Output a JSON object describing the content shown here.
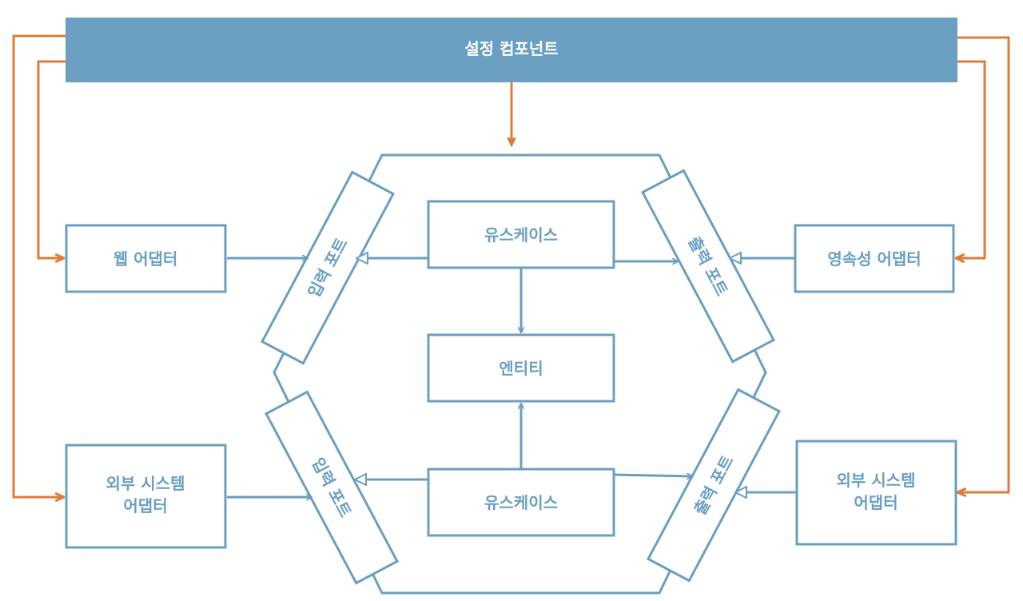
{
  "config": {
    "label": "설정 컴포넌트"
  },
  "adapters": {
    "web": "웹 어댑터",
    "external_left_line1": "외부 시스템",
    "external_left_line2": "어댑터",
    "persistence": "영속성 어댑터",
    "external_right_line1": "외부 시스템",
    "external_right_line2": "어댑터"
  },
  "ports": {
    "input_top": "입력 포트",
    "input_bottom": "입력 포트",
    "output_top": "출력 포트",
    "output_bottom": "출력 포트"
  },
  "core": {
    "usecase_top": "유스케이스",
    "entity": "엔티티",
    "usecase_bottom": "유스케이스"
  },
  "colors": {
    "config_fill": "#6a9fc1",
    "box_stroke": "#6a9fc1",
    "orange_arrow": "#e07b39"
  }
}
